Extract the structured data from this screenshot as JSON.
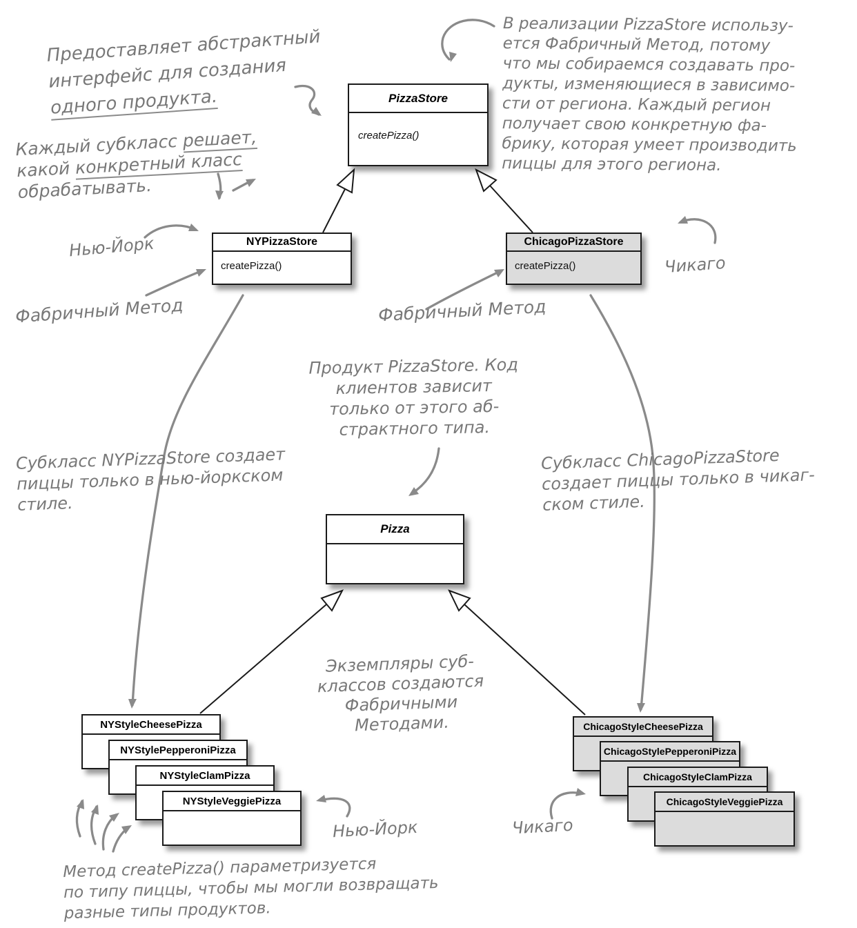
{
  "colors": {
    "gray_box_fill": "#dcdcdc",
    "white_box_fill": "#ffffff",
    "uml_line": "#1a1a1a",
    "handwriting_text": "#787878",
    "handwriting_stroke": "#8a8a8a"
  },
  "classes": {
    "pizza_store": {
      "name": "PizzaStore",
      "method": "createPizza()"
    },
    "ny_pizza_store": {
      "name": "NYPizzaStore",
      "method": "createPizza()"
    },
    "chicago_pizza_store": {
      "name": "ChicagoPizzaStore",
      "method": "createPizza()"
    },
    "pizza": {
      "name": "Pizza"
    },
    "ny_products": [
      "NYStyleCheesePizza",
      "NYStylePepperoniPizza",
      "NYStyleClamPizza",
      "NYStyleVeggiePizza"
    ],
    "chicago_products": [
      "ChicagoStyleCheesePizza",
      "ChicagoStylePepperoniPizza",
      "ChicagoStyleClamPizza",
      "ChicagoStyleVeggiePizza"
    ]
  },
  "annotations": {
    "provides": [
      "Предоставляет абстрактный",
      "интерфейс для создания",
      "одного продукта."
    ],
    "decides": {
      "l1a": "Каждый субкласс ",
      "l1b": "решает,",
      "l2a": "какой ",
      "l2b": "конкретный класс",
      "l3": "обрабатывать."
    },
    "realization": [
      "В реализации PizzaStore использу-",
      "ется Фабричный Метод, потому",
      "что мы собираемся создавать про-",
      "дукты, изменяющиеся в зависимо-",
      "сти от региона. Каждый регион",
      "получает свою конкретную фа-",
      "брику, которая умеет производить",
      "пиццы для этого региона."
    ],
    "ny_label_top": "Нью-Йорк",
    "factory_method_left": "Фабричный Метод",
    "factory_method_mid": "Фабричный Метод",
    "chicago_label_top": "Чикаго",
    "product_note": [
      "Продукт PizzaStore. Код",
      "клиентов зависит",
      "только от этого аб-",
      "страктного типа."
    ],
    "ny_subclass_note": [
      "Субкласс NYPizzaStore создает",
      "пиццы только в нью-йоркском",
      "стиле."
    ],
    "chicago_subclass_note": [
      "Субкласс ChicagoPizzaStore",
      "создает пиццы только в чикаг-",
      "ском стиле."
    ],
    "instances_note": [
      "Экземпляры суб-",
      "классов создаются",
      "Фабричными",
      "Методами."
    ],
    "ny_label_bottom": "Нью-Йорк",
    "chicago_label_bottom": "Чикаго",
    "parameterized_note": [
      "Метод createPizza() параметризуется",
      "по типу пиццы, чтобы мы могли возвращать",
      "разные типы продуктов."
    ]
  }
}
